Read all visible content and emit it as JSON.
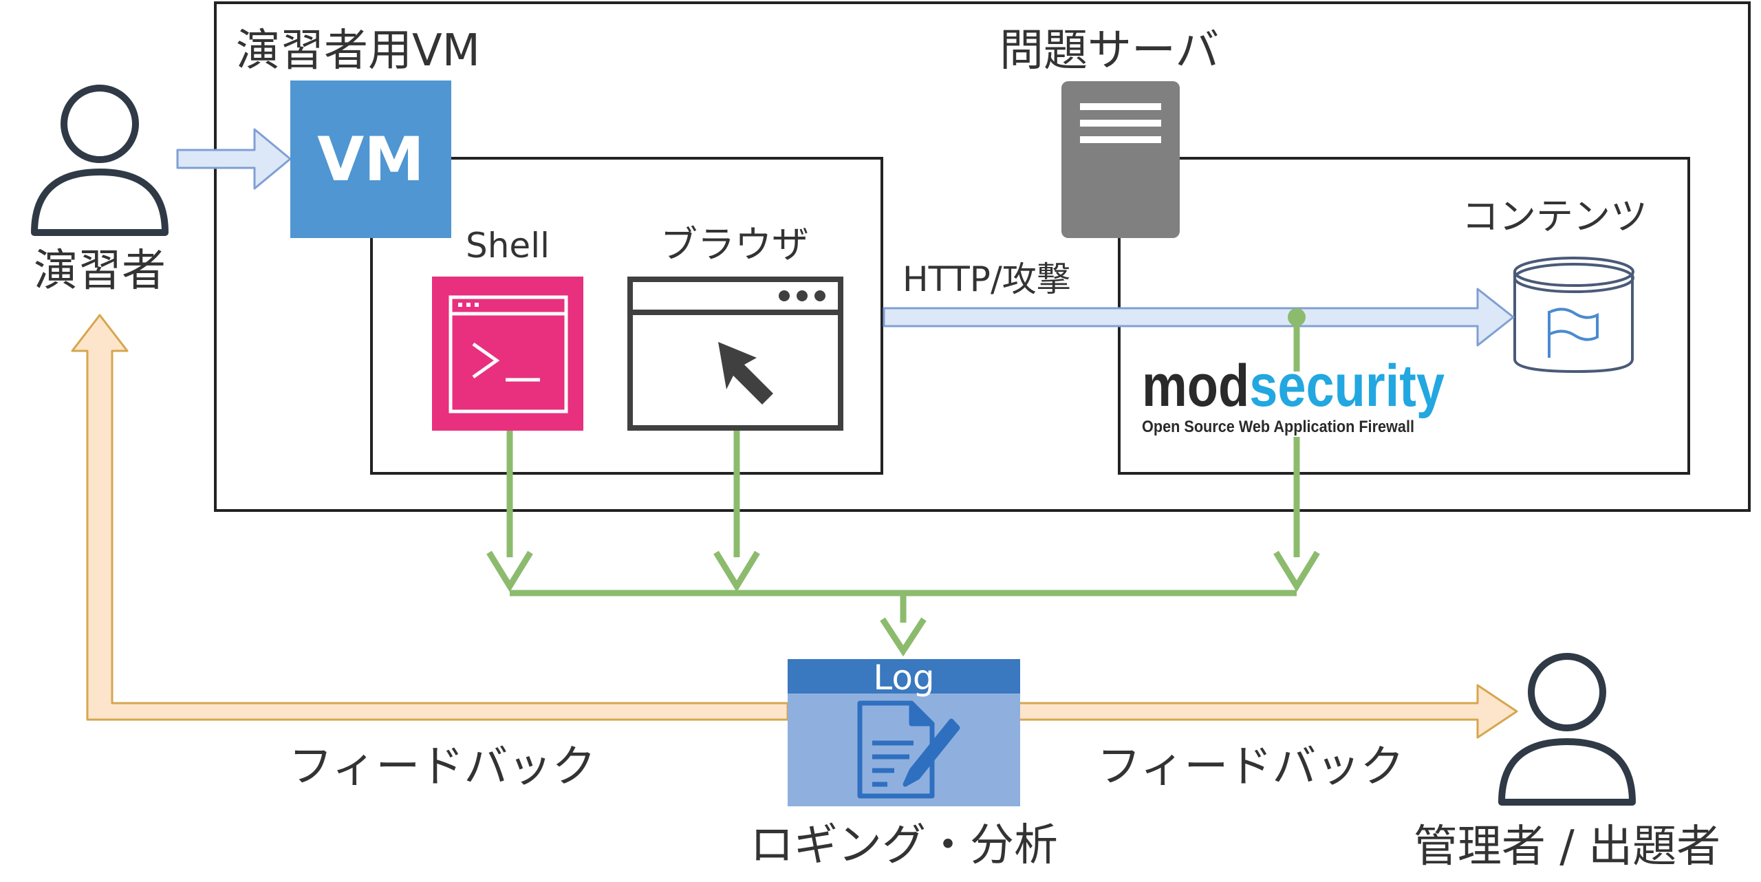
{
  "labels": {
    "trainee": "演習者",
    "trainee_vm": "演習者用VM",
    "vm_badge": "VM",
    "shell": "Shell",
    "browser": "ブラウザ",
    "problem_server": "問題サーバ",
    "contents": "コンテンツ",
    "http_attack": "HTTP/攻撃",
    "modsecurity_mod": "mod",
    "modsecurity_security": "security",
    "modsecurity_tagline": "Open Source Web Application Firewall",
    "log": "Log",
    "logging_analysis": "ロギング・分析",
    "feedback_left": "フィードバック",
    "feedback_right": "フィードバック",
    "admin": "管理者 / 出題者"
  },
  "colors": {
    "vm_blue": "#4f96d2",
    "shell_pink": "#e8307f",
    "server_gray": "#808080",
    "flow_green": "#8cbb6e",
    "http_arrow_fill": "#dce8f7",
    "http_arrow_stroke": "#7f9fd4",
    "trainee_arrow_fill": "#dce8f7",
    "feedback_fill": "#fde5cc",
    "feedback_stroke": "#d6a64e",
    "log_header": "#3a78c0",
    "log_body": "#8fb0de",
    "modsecurity_cyan": "#22a7e0",
    "person_stroke": "#2f3a46"
  },
  "icons": {
    "trainee": "person-icon",
    "admin": "person-icon",
    "shell": "terminal-icon",
    "browser": "browser-window-icon",
    "server": "server-icon",
    "contents": "database-flag-icon",
    "log": "document-pen-icon"
  }
}
